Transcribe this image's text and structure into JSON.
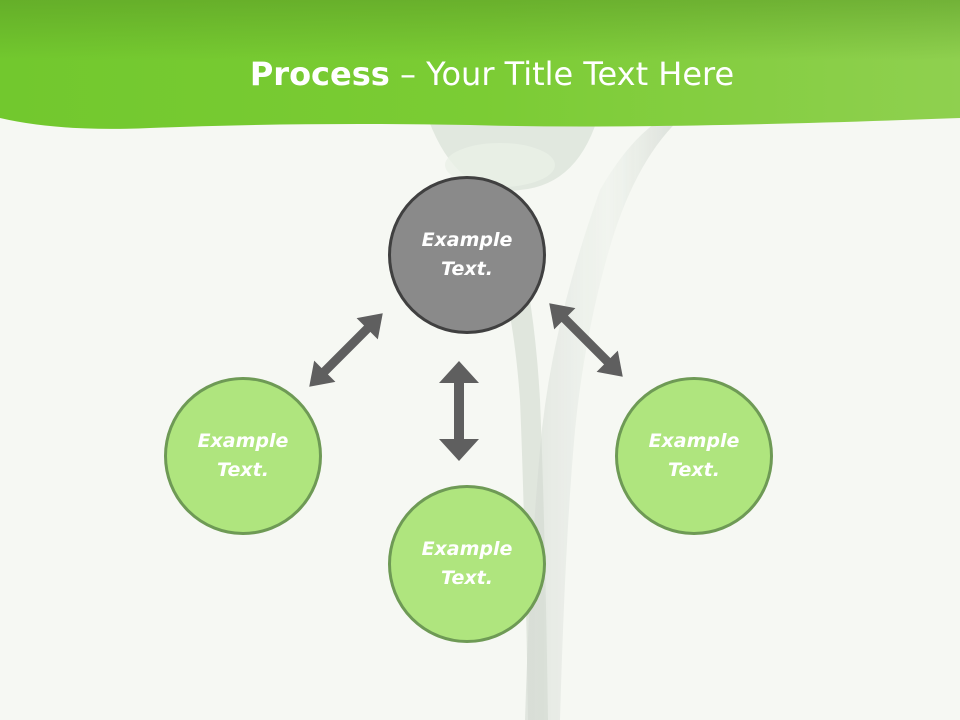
{
  "slide": {
    "title_bold": "Process",
    "title_rest": " – Your Title Text Here"
  },
  "nodes": {
    "top": "Example Text.",
    "left": "Example Text.",
    "bottom": "Example Text.",
    "right": "Example Text."
  },
  "colors": {
    "header_green": "#7ccd34",
    "center_fill": "#8a8a8a",
    "outer_fill": "#afe57e",
    "arrow": "#5f5f5f"
  }
}
